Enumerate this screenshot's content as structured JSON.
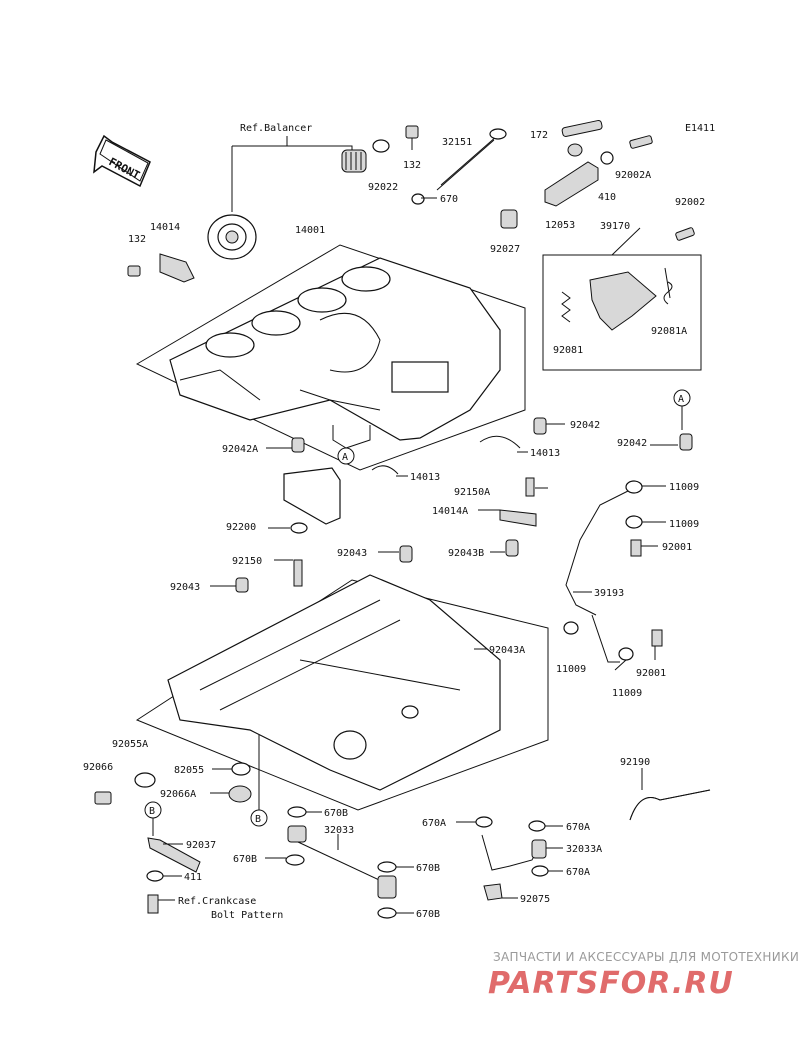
{
  "diagram_code": "E1411",
  "front_label": "FRONT",
  "ref_balancer": "Ref.Balancer",
  "ref_crankcase_line1": "Ref.Crankcase",
  "ref_crankcase_line2": "Bolt Pattern",
  "callout_a": "A",
  "callout_b": "B",
  "parts": {
    "p132_top": "132",
    "p32151": "32151",
    "p172": "172",
    "p92022": "92022",
    "p670_top": "670",
    "p410": "410",
    "p92002A": "92002A",
    "p12053": "12053",
    "p14014": "14014",
    "p132_left": "132",
    "p14001": "14001",
    "p92027": "92027",
    "p39170": "39170",
    "p92002": "92002",
    "p92081A": "92081A",
    "p92081": "92081",
    "p92042_r": "92042",
    "p92042_far": "92042",
    "p14013_a": "14013",
    "p92042A": "92042A",
    "p14013_b": "14013",
    "p92150A": "92150A",
    "p11009_a": "11009",
    "p14014A": "14014A",
    "p11009_b": "11009",
    "p92200": "92200",
    "p92001_a": "92001",
    "p92150": "92150",
    "p92043_c": "92043",
    "p92043B": "92043B",
    "p92043_l": "92043",
    "p39193": "39193",
    "p92043A": "92043A",
    "p11009_c": "11009",
    "p92001_b": "92001",
    "p11009_d": "11009",
    "p92055A": "92055A",
    "p92066": "92066",
    "p82055": "82055",
    "p92190": "92190",
    "p92066A": "92066A",
    "p670B_a": "670B",
    "p670A_a": "670A",
    "p670A_b": "670A",
    "p92037": "92037",
    "p32033": "32033",
    "p32033A": "32033A",
    "p670B_b": "670B",
    "p670B_c": "670B",
    "p411": "411",
    "p670A_c": "670A",
    "p92075": "92075",
    "p670B_d": "670B"
  },
  "watermark": {
    "tagline": "ЗАПЧАСТИ И АКСЕССУАРЫ ДЛЯ МОТОТЕХНИКИ",
    "logo": "PARTSFOR.RU"
  }
}
